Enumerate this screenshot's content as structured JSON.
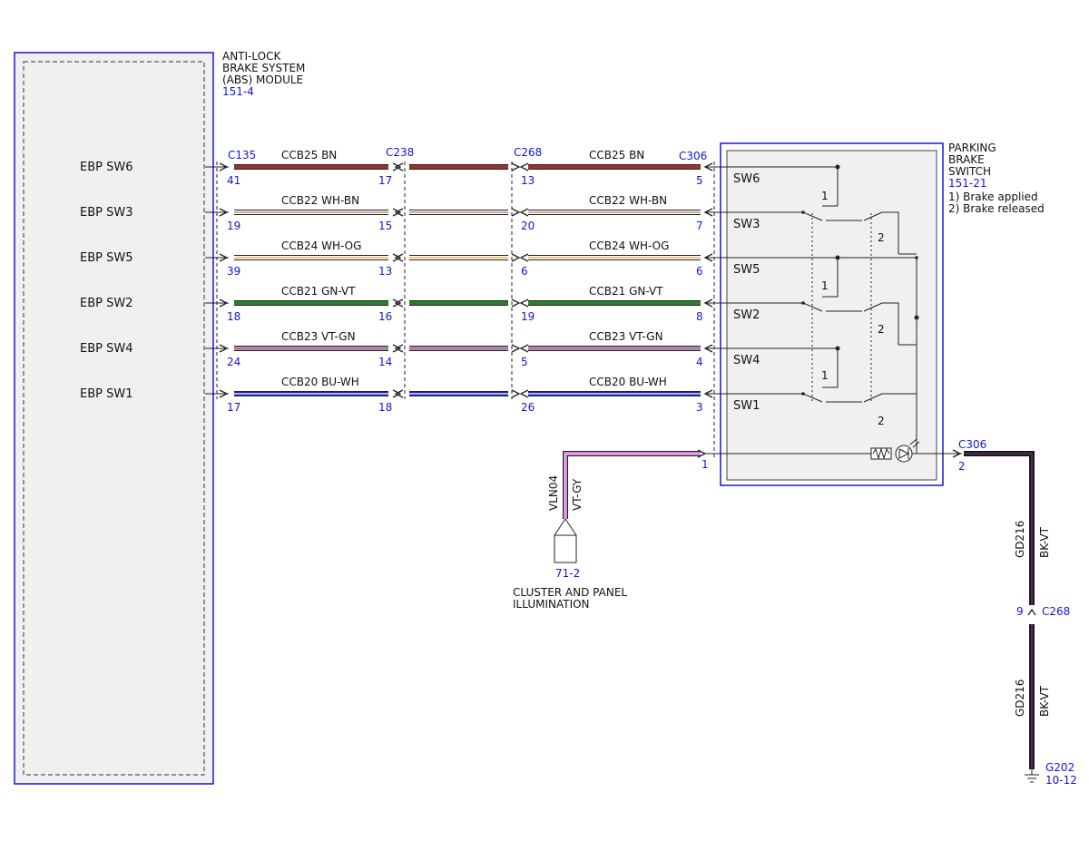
{
  "abs_module": {
    "title_lines": [
      "ANTI-LOCK",
      "BRAKE SYSTEM",
      "(ABS) MODULE"
    ],
    "page_ref": "151-4"
  },
  "park_switch": {
    "title_lines": [
      "PARKING",
      "BRAKE",
      "SWITCH"
    ],
    "page_ref": "151-21",
    "notes": [
      "1) Brake applied",
      "2) Brake released"
    ],
    "state_labels": {
      "applied": "1",
      "released": "2"
    }
  },
  "connectors": {
    "c135": "C135",
    "c238": "C238",
    "c268": "C268",
    "c306": "C306"
  },
  "circuits": [
    {
      "signal": "EBP SW6",
      "circuit": "CCB25",
      "color_code": "BN",
      "pins": [
        "41",
        "17",
        "13",
        "5"
      ],
      "switch_label": "SW6",
      "wire_color": "#a0322c",
      "stripe_color": "#a0322c"
    },
    {
      "signal": "EBP SW3",
      "circuit": "CCB22",
      "color_code": "WH-BN",
      "pins": [
        "19",
        "15",
        "20",
        "7"
      ],
      "switch_label": "SW3",
      "wire_color": "#ffffff",
      "stripe_color": "#b07a66"
    },
    {
      "signal": "EBP SW5",
      "circuit": "CCB24",
      "color_code": "WH-OG",
      "pins": [
        "39",
        "13",
        "6",
        "6"
      ],
      "switch_label": "SW5",
      "wire_color": "#ffffff",
      "stripe_color": "#f0a030"
    },
    {
      "signal": "EBP SW2",
      "circuit": "CCB21",
      "color_code": "GN-VT",
      "pins": [
        "18",
        "16",
        "19",
        "8"
      ],
      "switch_label": "SW2",
      "wire_color": "#2e7d2e",
      "stripe_color": "#2e7d2e"
    },
    {
      "signal": "EBP SW4",
      "circuit": "CCB23",
      "color_code": "VT-GN",
      "pins": [
        "24",
        "14",
        "5",
        "4"
      ],
      "switch_label": "SW4",
      "wire_color": "#d27ad8",
      "stripe_color": "#6a9e5a"
    },
    {
      "signal": "EBP SW1",
      "circuit": "CCB20",
      "color_code": "BU-WH",
      "pins": [
        "17",
        "18",
        "26",
        "3"
      ],
      "switch_label": "SW1",
      "wire_color": "#2020c0",
      "stripe_color": "#ffffff"
    }
  ],
  "illumination": {
    "circuit": "VLN04",
    "color_code": "VT-GY",
    "pin": "1",
    "destination_ref": "71-2",
    "destination_lines": [
      "CLUSTER AND PANEL",
      "ILLUMINATION"
    ],
    "wire_color": "#d27ad8"
  },
  "ground": {
    "connector_top": "C306",
    "pin_top": "2",
    "circuit": "GD216",
    "color_code": "BK-VT",
    "connector_mid": "C268",
    "pin_mid": "9",
    "ground_ref": "G202",
    "ground_page": "10-12",
    "wire_color": "#1a1a1a",
    "stripe_color": "#8a3a9a"
  },
  "colors": {
    "border_blue": "#1515d8",
    "panel_fill": "#f0f0f0"
  }
}
